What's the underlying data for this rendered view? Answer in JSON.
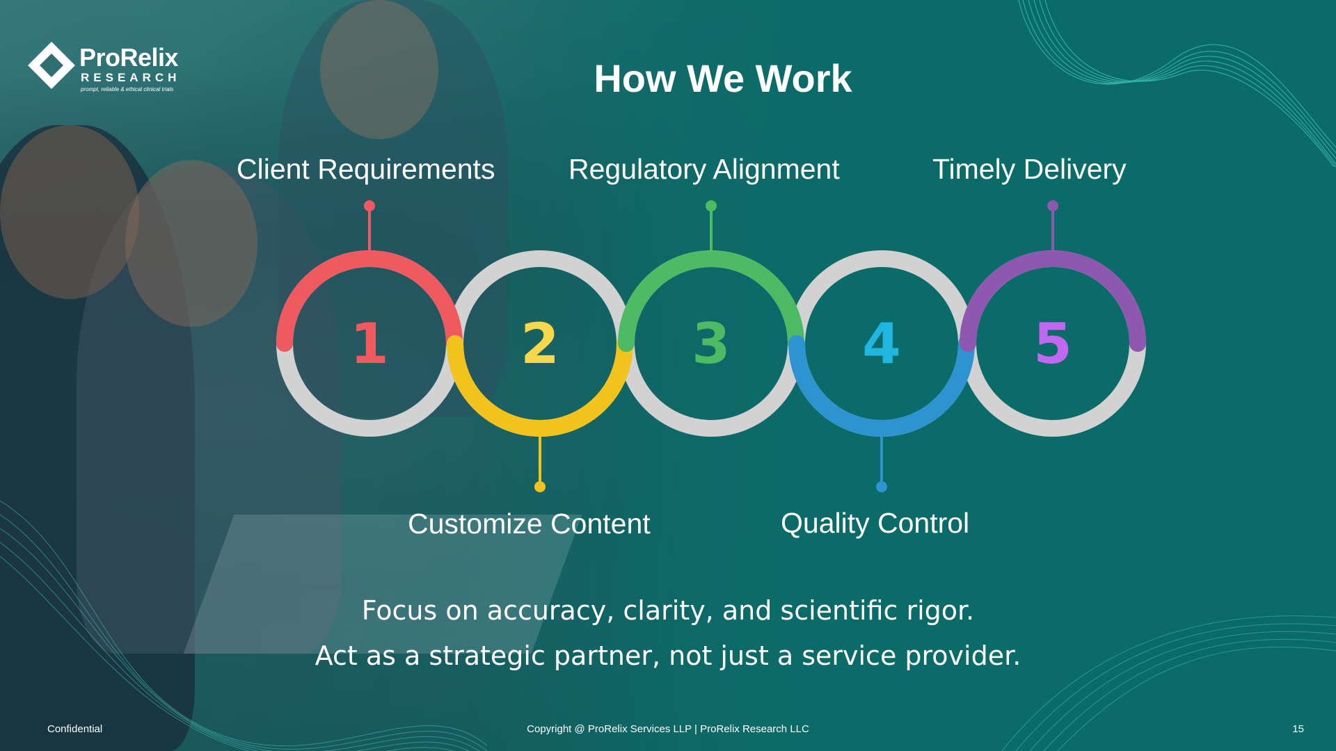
{
  "brand": {
    "name": "ProRelix",
    "sub": "RESEARCH",
    "tagline": "prompt, reliable & ethical clinical trials"
  },
  "slide": {
    "title": "How We Work"
  },
  "steps": [
    {
      "number": "1",
      "label": "Client Requirements",
      "ring_color": "#ef5a60",
      "num_color": "#ef5a60"
    },
    {
      "number": "2",
      "label": "Customize Content",
      "ring_color": "#f2c31d",
      "num_color": "#f6d84a"
    },
    {
      "number": "3",
      "label": "Regulatory Alignment",
      "ring_color": "#4dbb63",
      "num_color": "#4dbb63"
    },
    {
      "number": "4",
      "label": "Quality Control",
      "ring_color": "#2e94d1",
      "num_color": "#1fb6e0"
    },
    {
      "number": "5",
      "label": "Timely Delivery",
      "ring_color": "#8f58b0",
      "num_color": "#c167f0"
    }
  ],
  "ring_base_color": "#d2d2d2",
  "focus_lines": [
    "Focus on accuracy, clarity, and scientific rigor.",
    "Act as a strategic partner, not just a service provider."
  ],
  "footer": {
    "left": "Confidential",
    "center": "Copyright @ ProRelix Services LLP | ProRelix Research LLC",
    "page_number": "15"
  }
}
